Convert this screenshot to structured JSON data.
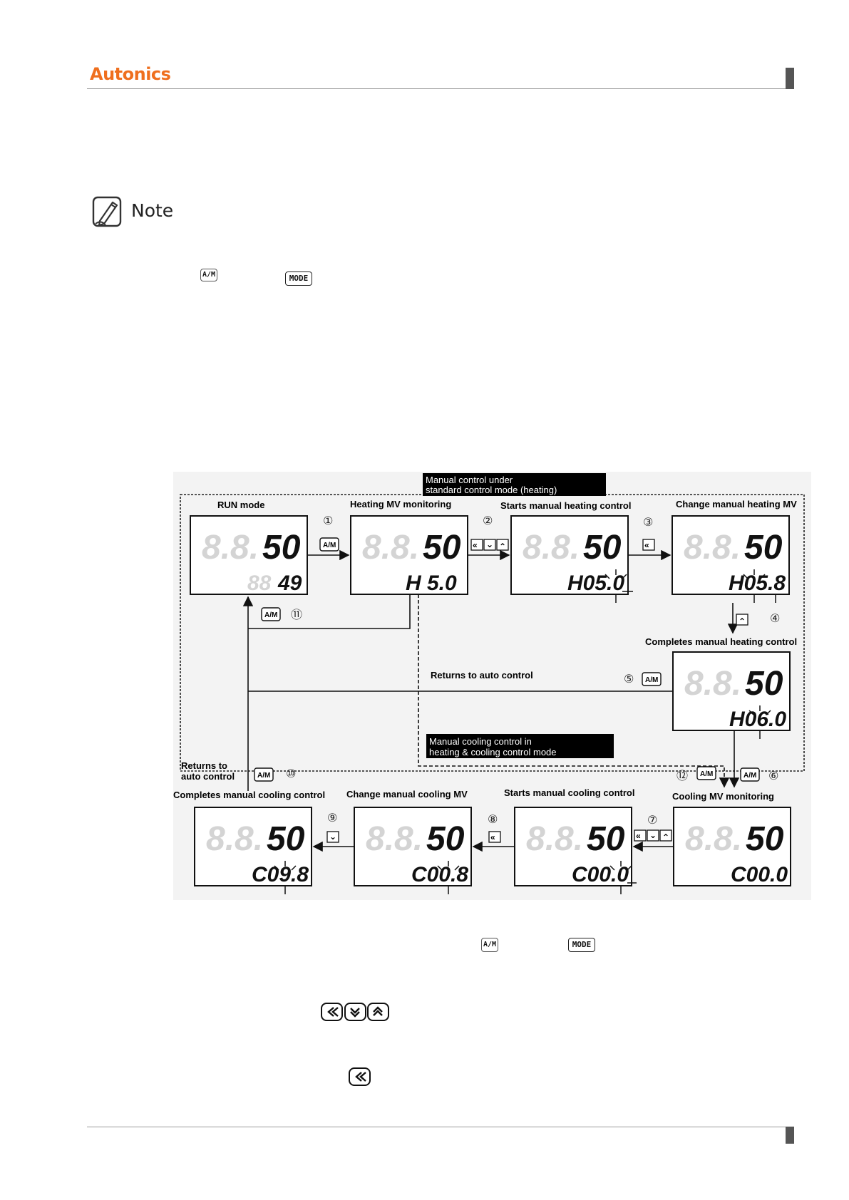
{
  "header": {
    "brand": "Autonics"
  },
  "note": {
    "title": "Note"
  },
  "keys": {
    "am": "A/M",
    "mode": "MODE",
    "left": "«",
    "down": "⌄",
    "up": "⌃"
  },
  "diagram": {
    "box_heating": "Manual control under standard control mode (heating)",
    "box_heating_lines": [
      "Manual control under",
      "standard control mode (heating)"
    ],
    "box_cooling_lines": [
      "Manual cooling control in",
      "heating & cooling control mode"
    ],
    "states": {
      "run_mode": {
        "label": "RUN mode",
        "pv_dim": "8.8.",
        "pv": "50",
        "sv_dim": "88",
        "sv": "49"
      },
      "heating_mv_monitoring": {
        "label": "Heating MV monitoring",
        "pv_dim": "8.8.",
        "pv": "50",
        "sv": "H 5.0"
      },
      "starts_manual_heating": {
        "label": "Starts manual heating control",
        "pv_dim": "8.8.",
        "pv": "50",
        "sv": "H05.0"
      },
      "change_manual_heating_mv": {
        "label": "Change manual heating MV",
        "pv_dim": "8.8.",
        "pv": "50",
        "sv": "H05.8"
      },
      "completes_manual_heating": {
        "label": "Completes manual heating control",
        "pv_dim": "8.8.",
        "pv": "50",
        "sv": "H06.0"
      },
      "cooling_mv_monitoring": {
        "label": "Cooling MV monitoring",
        "pv_dim": "8.8.",
        "pv": "50",
        "sv": "C00.0"
      },
      "starts_manual_cooling": {
        "label": "Starts manual cooling control",
        "pv_dim": "8.8.",
        "pv": "50",
        "sv": "C00.0"
      },
      "change_manual_cooling_mv": {
        "label": "Change manual cooling MV",
        "pv_dim": "8.8.",
        "pv": "50",
        "sv": "C00.8"
      },
      "completes_manual_cooling": {
        "label": "Completes manual cooling control",
        "pv_dim": "8.8.",
        "pv": "50",
        "sv": "C09.8"
      }
    },
    "labels": {
      "returns_auto": "Returns to auto control",
      "returns_to": "Returns to",
      "auto_control": "auto control"
    },
    "steps": [
      "①",
      "②",
      "③",
      "④",
      "⑤",
      "⑥",
      "⑦",
      "⑧",
      "⑨",
      "⑩",
      "⑪",
      "⑫"
    ]
  }
}
